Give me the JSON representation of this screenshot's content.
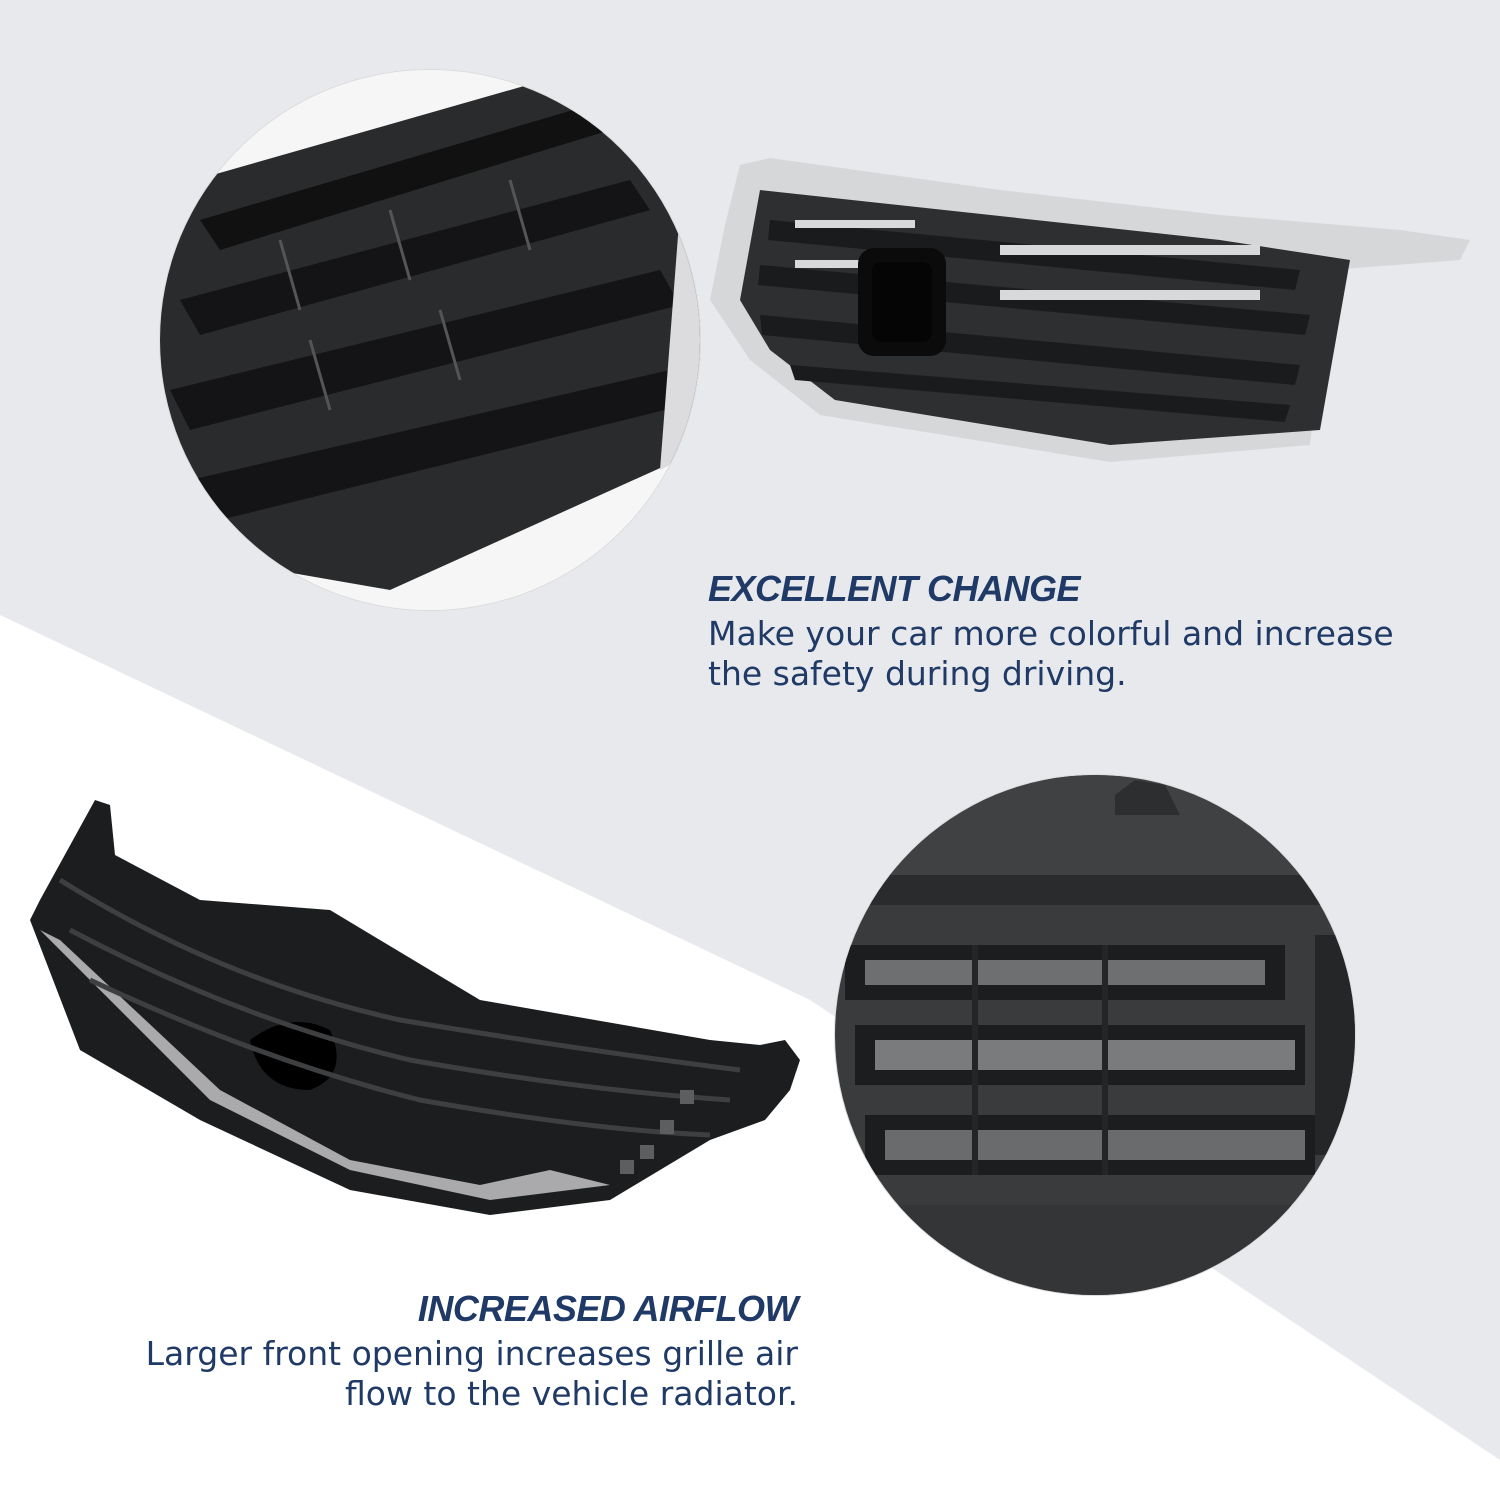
{
  "colors": {
    "background_light": "#e7e9ec",
    "background_white": "#ffffff",
    "heading_navy": "#203a67",
    "grille_black": "#1e1f21",
    "chrome_silver": "#d3d4d6"
  },
  "features": [
    {
      "heading": "EXCELLENT CHANGE",
      "body": "Make your car more colorful and increase the safety during driving."
    },
    {
      "heading": "INCREASED AIRFLOW",
      "body_line1": "Larger front opening increases grille air",
      "body_line2": "flow to the vehicle radiator."
    }
  ],
  "images": [
    {
      "name": "grille-closeup-top",
      "kind": "photo"
    },
    {
      "name": "grille-front-view",
      "kind": "photo"
    },
    {
      "name": "grille-rear-view",
      "kind": "photo"
    },
    {
      "name": "grille-closeup-bottom",
      "kind": "photo"
    }
  ]
}
